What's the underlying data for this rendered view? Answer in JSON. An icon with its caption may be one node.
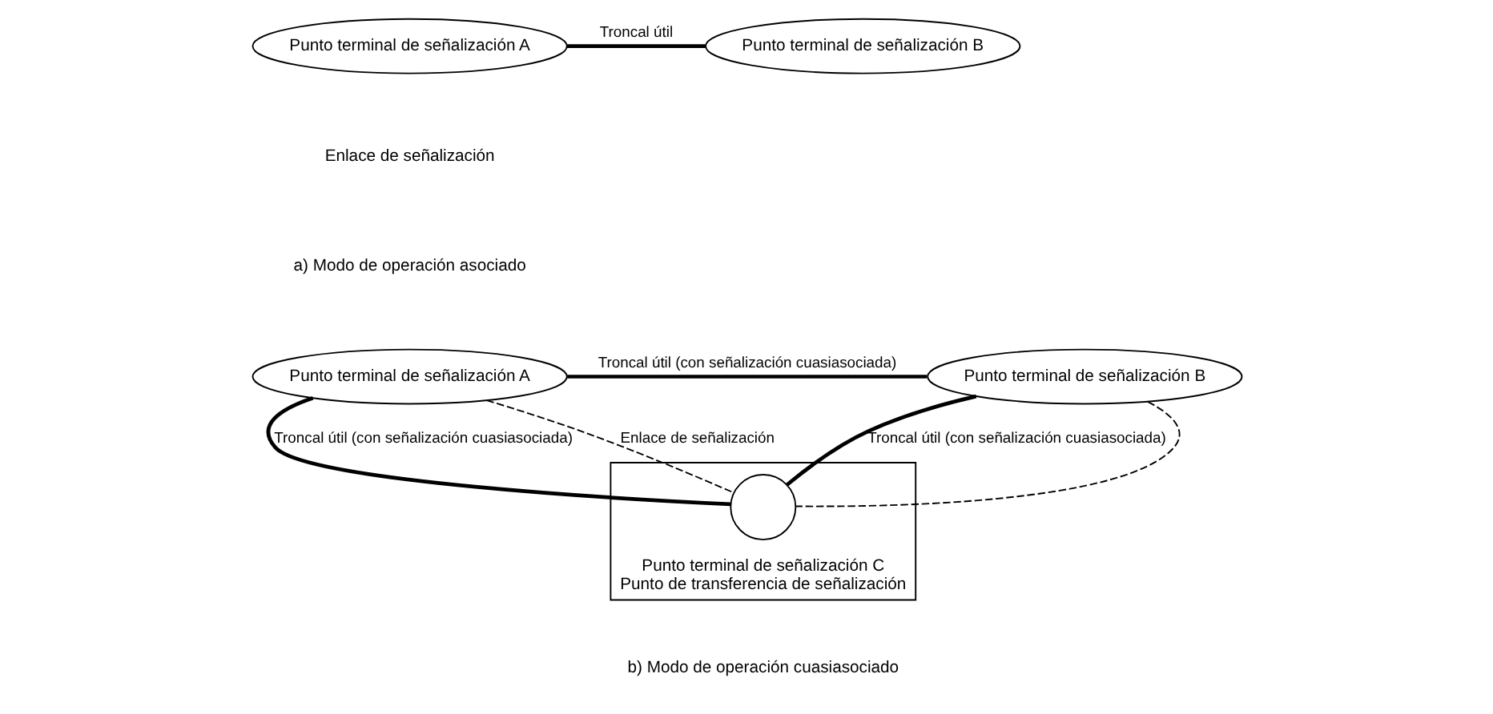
{
  "diagram": {
    "nodes": [
      {
        "text": [
          "Punto terminal de señalización A"
        ]
      },
      {
        "text": [
          "Punto terminal de señalización B"
        ]
      },
      {
        "text": [
          "Punto terminal de señalización A"
        ]
      },
      {
        "text": [
          "Punto terminal de señalización B"
        ]
      },
      {
        "text": [
          "Punto terminal de señalización C",
          "Punto de transferencia de señalización"
        ]
      },
      {
        "text": [],
        "shape": "circle",
        "in": 4
      }
    ],
    "edges": [
      {
        "from": 0,
        "to": 1,
        "arrow": "none",
        "label": "Troncal útil"
      },
      {
        "from": 2,
        "to": 3,
        "arrow": "none",
        "label": "Troncal útil (con señalización cuasiasociada)"
      },
      {
        "from": 2,
        "to": 5,
        "arrow": "none",
        "label": "Troncal útil (con señalización cuasiasociada)"
      },
      {
        "from": 3,
        "to": 5,
        "arrow": "none",
        "label": "Troncal útil (con señalización cuasiasociada)"
      },
      {
        "from": 2,
        "to": 5,
        "arrow": "none",
        "style": "dashed",
        "label": "Enlace de señalización"
      },
      {
        "from": 3,
        "to": 5,
        "arrow": "none",
        "style": "dashed"
      }
    ],
    "labels": [
      "Enlace de señalización",
      "a) Modo de operación asociado",
      "b) Modo de operación cuasiasociado"
    ]
  }
}
